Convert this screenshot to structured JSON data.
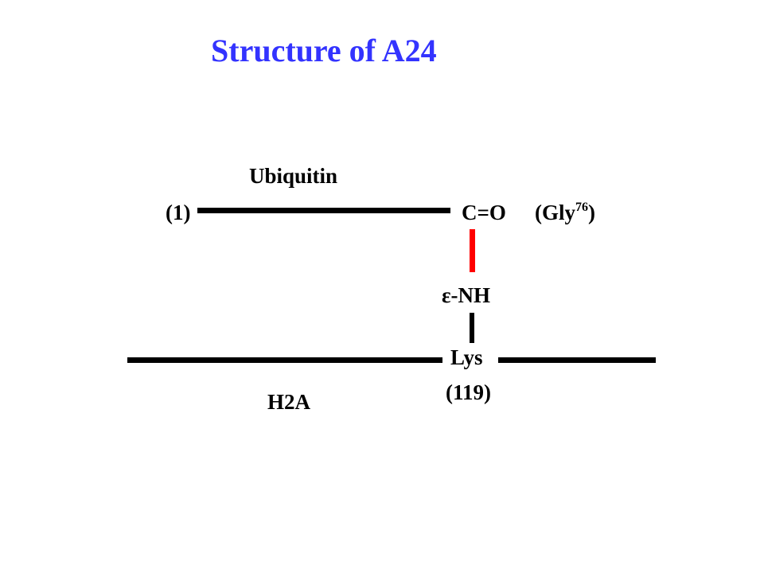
{
  "slide": {
    "title": "Structure of A24",
    "title_color": "#3333ff"
  },
  "diagram": {
    "ubiquitin": {
      "name": "Ubiquitin",
      "n_terminus": "(1)",
      "c_terminal_group": "C=O",
      "residue_prefix": "(Gly",
      "residue_number": "76",
      "residue_suffix": ")"
    },
    "linkage": {
      "bond_color": "#ff0000",
      "amine_group": "ε-NH"
    },
    "h2a": {
      "name": "H2A",
      "residue": "Lys",
      "residue_number": "(119)"
    },
    "line_color": "#000000"
  }
}
